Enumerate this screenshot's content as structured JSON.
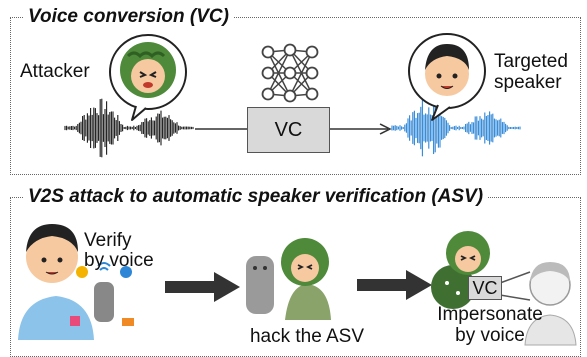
{
  "panel_top": {
    "title": "Voice conversion (VC)",
    "attacker_label": "Attacker",
    "target_label_line1": "Targeted",
    "target_label_line2": "speaker",
    "vc_label": "VC"
  },
  "panel_bottom": {
    "title": "V2S attack to automatic speaker verification (ASV)",
    "verify_line1": "Verify",
    "verify_line2": "by voice",
    "hack_label": "hack the ASV",
    "vc_label": "VC",
    "impersonate_line1": "Impersonate",
    "impersonate_line2": "by voice"
  },
  "colors": {
    "attacker_wave": "#1a1a1a",
    "target_wave": "#2e86d6",
    "vc_box_fill": "#d9d9d9",
    "arrow": "#333333",
    "attacker_scarf": "#4e8a3a"
  }
}
